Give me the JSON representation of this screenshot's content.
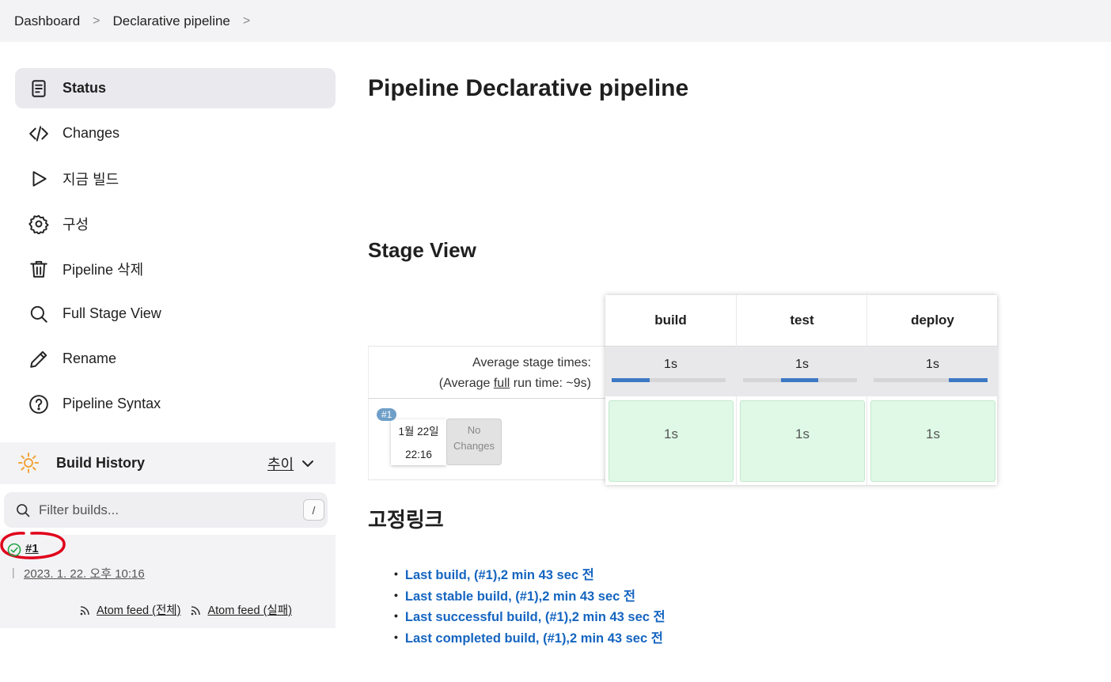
{
  "breadcrumb": {
    "items": [
      "Dashboard",
      "Declarative pipeline"
    ],
    "separator": ">"
  },
  "sidebar": {
    "items": [
      {
        "label": "Status",
        "icon": "document-icon",
        "active": true
      },
      {
        "label": "Changes",
        "icon": "code-icon"
      },
      {
        "label": "지금 빌드",
        "icon": "play-icon"
      },
      {
        "label": "구성",
        "icon": "gear-icon"
      },
      {
        "label": "Pipeline 삭제",
        "icon": "trash-icon"
      },
      {
        "label": "Full Stage View",
        "icon": "search-icon"
      },
      {
        "label": "Rename",
        "icon": "pencil-icon"
      },
      {
        "label": "Pipeline Syntax",
        "icon": "help-icon"
      }
    ]
  },
  "build_history": {
    "title": "Build History",
    "trend_label": "추이",
    "filter_placeholder": "Filter builds...",
    "filter_shortcut": "/",
    "builds": [
      {
        "number": "#1",
        "date": "2023. 1. 22. 오후 10:16",
        "status": "success"
      }
    ],
    "feeds": [
      "Atom feed (전체)",
      "Atom feed (실패)"
    ]
  },
  "main": {
    "title": "Pipeline Declarative pipeline",
    "stage_view_title": "Stage View",
    "avg_stage_times_label": "Average stage times:",
    "avg_run_prefix": "(Average ",
    "avg_run_link": "full",
    "avg_run_suffix": " run time: ~9s)",
    "run": {
      "badge": "#1",
      "date": "1월 22일",
      "time": "22:16",
      "changes_line1": "No",
      "changes_line2": "Changes"
    },
    "stages": [
      {
        "name": "build",
        "avg": "1s",
        "duration": "1s",
        "progress_start": 0.0,
        "progress_end": 0.33
      },
      {
        "name": "test",
        "avg": "1s",
        "duration": "1s",
        "progress_start": 0.33,
        "progress_end": 0.66
      },
      {
        "name": "deploy",
        "avg": "1s",
        "duration": "1s",
        "progress_start": 0.66,
        "progress_end": 1.0
      }
    ],
    "permalinks_title": "고정링크",
    "permalinks": [
      "Last build, (#1),2 min 43 sec 전",
      "Last stable build, (#1),2 min 43 sec 전",
      "Last successful build, (#1),2 min 43 sec 전",
      "Last completed build, (#1),2 min 43 sec 전"
    ]
  },
  "colors": {
    "link": "#1565c0",
    "stage_success": "#dff9e6",
    "progress": "#3d78c4",
    "annotation": "#e0001b"
  }
}
